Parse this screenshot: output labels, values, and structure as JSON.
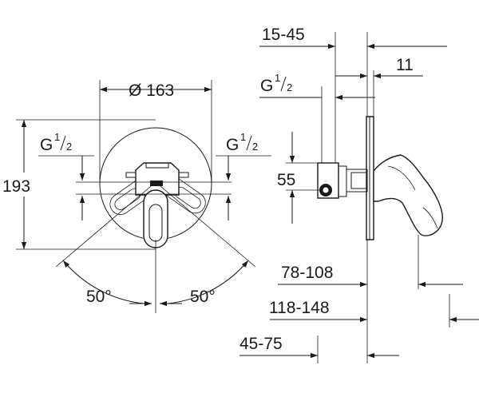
{
  "front_view": {
    "diameter": "Ø 163",
    "height": "193",
    "thread_left": {
      "main": "G",
      "num": "1",
      "den": "2"
    },
    "thread_right": {
      "main": "G",
      "num": "1",
      "den": "2"
    },
    "angle_left": "50°",
    "angle_right": "50°"
  },
  "side_view": {
    "wall_range": "15-45",
    "plate_offset": "11",
    "thread": {
      "main": "G",
      "num": "1",
      "den": "2"
    },
    "spacing": "55",
    "depth_1": "78-108",
    "depth_2": "118-148",
    "depth_3": "45-75"
  },
  "colors": {
    "line": "#1a1a1a",
    "background": "#ffffff"
  }
}
